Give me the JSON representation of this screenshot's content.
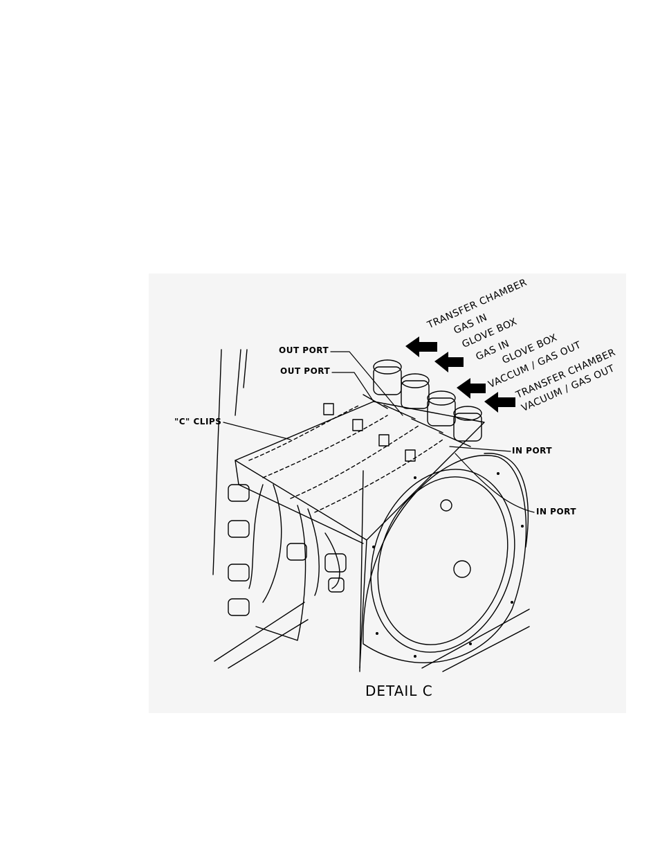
{
  "figure": {
    "caption": "DETAIL C",
    "callouts": {
      "out_port_1": "OUT PORT",
      "out_port_2": "OUT PORT",
      "c_clips": "\"C\" CLIPS",
      "in_port_1": "IN PORT",
      "in_port_2": "IN PORT"
    },
    "flows": [
      {
        "line1": "TRANSFER CHAMBER",
        "line2": "GAS IN"
      },
      {
        "line1": "GLOVE BOX",
        "line2": "GAS IN"
      },
      {
        "line1": "GLOVE BOX",
        "line2": "VACCUM / GAS OUT"
      },
      {
        "line1": "TRANSFER CHAMBER",
        "line2": "VACUUM / GAS OUT"
      }
    ]
  }
}
